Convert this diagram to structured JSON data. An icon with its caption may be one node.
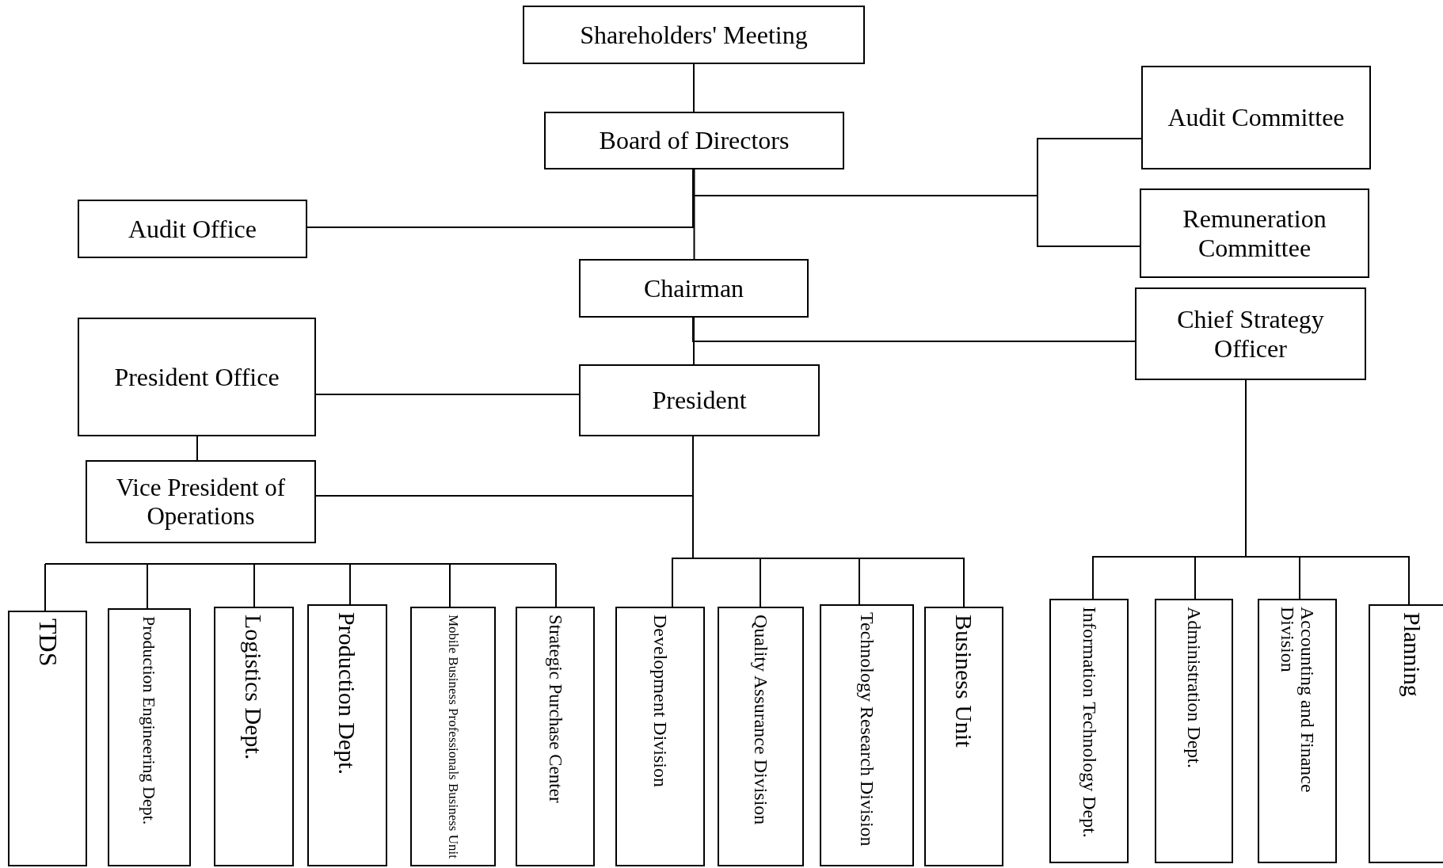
{
  "diagram": {
    "nodes": [
      {
        "text": [
          "Shareholders' Meeting"
        ]
      },
      {
        "text": [
          "Board of Directors"
        ]
      },
      {
        "text": [
          "Audit Committee"
        ]
      },
      {
        "text": [
          "Remuneration Committee"
        ]
      },
      {
        "text": [
          "Audit Office"
        ]
      },
      {
        "text": [
          "Chairman"
        ]
      },
      {
        "text": [
          "Chief Strategy Officer"
        ]
      },
      {
        "text": [
          "President Office"
        ]
      },
      {
        "text": [
          "President"
        ]
      },
      {
        "text": [
          "Vice President of Operations"
        ]
      },
      {
        "text": [
          "TDS"
        ]
      },
      {
        "text": [
          "Production Engineering Dept."
        ]
      },
      {
        "text": [
          "Logistics Dept."
        ]
      },
      {
        "text": [
          "Production Dept."
        ]
      },
      {
        "text": [
          "Mobile Business Professionals Business Unit"
        ]
      },
      {
        "text": [
          "Strategic Purchase Center"
        ]
      },
      {
        "text": [
          "Development Division"
        ]
      },
      {
        "text": [
          "Quality Assurance Division"
        ]
      },
      {
        "text": [
          "Technology Research Division"
        ]
      },
      {
        "text": [
          "Business Unit"
        ]
      },
      {
        "text": [
          "Information Technology Dept."
        ]
      },
      {
        "text": [
          "Administration Dept."
        ]
      },
      {
        "text": [
          "Accounting and Finance Division"
        ]
      },
      {
        "text": [
          "Planning"
        ]
      }
    ],
    "edges": [
      {
        "from": 0,
        "to": 1,
        "arrow": "none"
      },
      {
        "from": 1,
        "to": 5,
        "arrow": "none"
      },
      {
        "from": 1,
        "to": 2,
        "arrow": "none"
      },
      {
        "from": 1,
        "to": 3,
        "arrow": "none"
      },
      {
        "from": 1,
        "to": 4,
        "arrow": "none"
      },
      {
        "from": 5,
        "to": 8,
        "arrow": "none"
      },
      {
        "from": 5,
        "to": 6,
        "arrow": "none"
      },
      {
        "from": 8,
        "to": 7,
        "arrow": "none"
      },
      {
        "from": 7,
        "to": 9,
        "arrow": "none"
      },
      {
        "from": 8,
        "to": 9,
        "arrow": "none"
      },
      {
        "from": 8,
        "to": 16,
        "arrow": "none"
      },
      {
        "from": 8,
        "to": 17,
        "arrow": "none"
      },
      {
        "from": 8,
        "to": 18,
        "arrow": "none"
      },
      {
        "from": 8,
        "to": 19,
        "arrow": "none"
      },
      {
        "from": 6,
        "to": 20,
        "arrow": "none"
      },
      {
        "from": 6,
        "to": 21,
        "arrow": "none"
      },
      {
        "from": 6,
        "to": 22,
        "arrow": "none"
      },
      {
        "from": 6,
        "to": 23,
        "arrow": "none"
      },
      {
        "from": null,
        "to": 10,
        "arrow": "none"
      },
      {
        "from": null,
        "to": 11,
        "arrow": "none"
      },
      {
        "from": null,
        "to": 12,
        "arrow": "none"
      },
      {
        "from": null,
        "to": 13,
        "arrow": "none"
      },
      {
        "from": null,
        "to": 14,
        "arrow": "none"
      },
      {
        "from": null,
        "to": 15,
        "arrow": "none"
      }
    ]
  }
}
